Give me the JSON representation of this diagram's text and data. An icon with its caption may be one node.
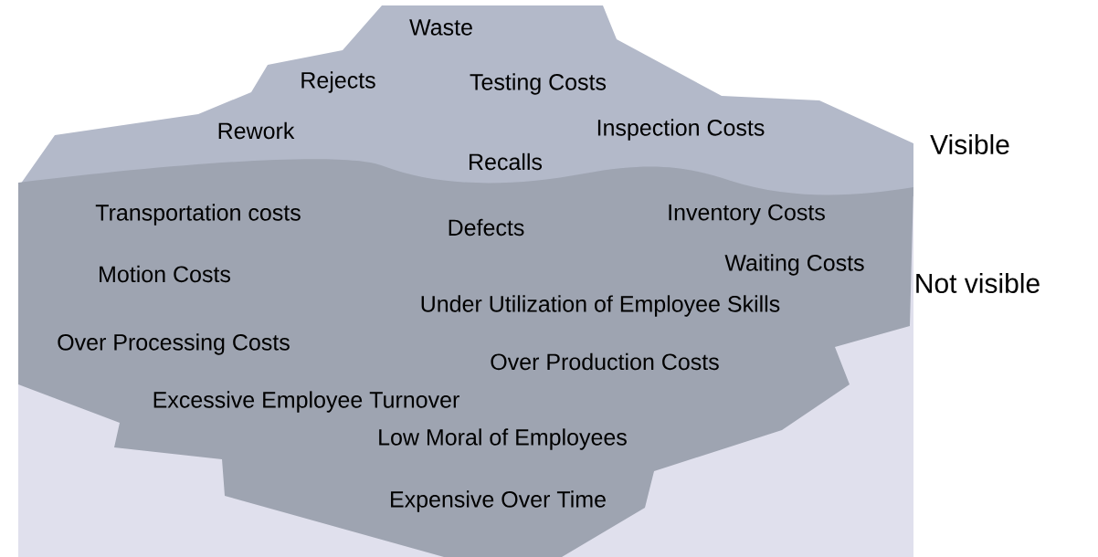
{
  "diagram": {
    "nodes": [
      {
        "text": [
          "Waste",
          "Rejects",
          "Testing Costs",
          "Rework",
          "Inspection Costs",
          "Recalls"
        ]
      },
      {
        "text": [
          "Transportation costs",
          "Defects",
          "Inventory Costs",
          "Motion Costs",
          "Waiting Costs",
          "Under Utilization of Employee Skills",
          "Over Processing Costs",
          "Over Production Costs",
          "Excessive Employee Turnover",
          "Low Moral of Employees",
          "Expensive Over Time"
        ]
      }
    ],
    "labels": [
      "Visible",
      "Not visible"
    ]
  }
}
